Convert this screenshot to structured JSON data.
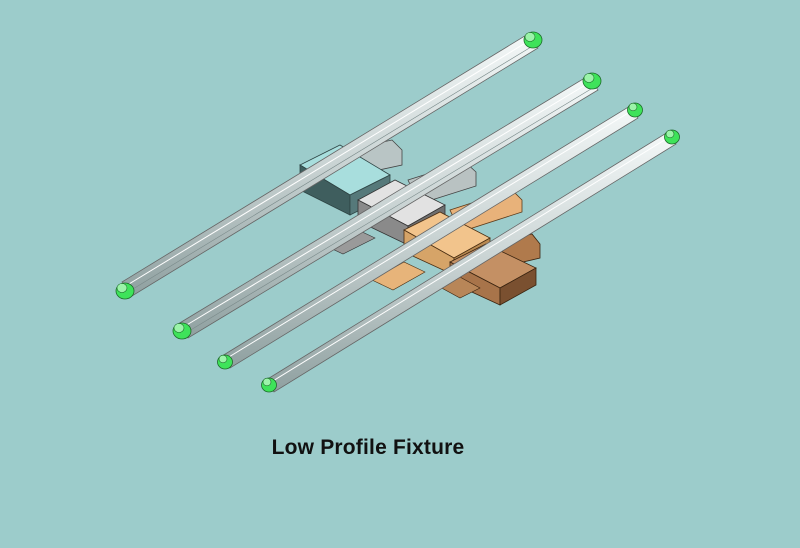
{
  "caption": "Low Profile Fixture",
  "background_color": "#9ccccb",
  "fixtures": [
    {
      "variant": "teal housing",
      "housing_color": "#a8dedd",
      "housing_shadow": "#3f5e5e"
    },
    {
      "variant": "silver housing",
      "housing_color": "#e2e2e2",
      "housing_shadow": "#6f6f6f"
    },
    {
      "variant": "tan housing",
      "housing_color": "#f2c48c",
      "housing_shadow": "#b98a52"
    },
    {
      "variant": "brown housing",
      "housing_color": "#c49064",
      "housing_shadow": "#7a5030"
    }
  ],
  "end_cap_color": "#3ee35a",
  "tube_color": "#d4dede"
}
